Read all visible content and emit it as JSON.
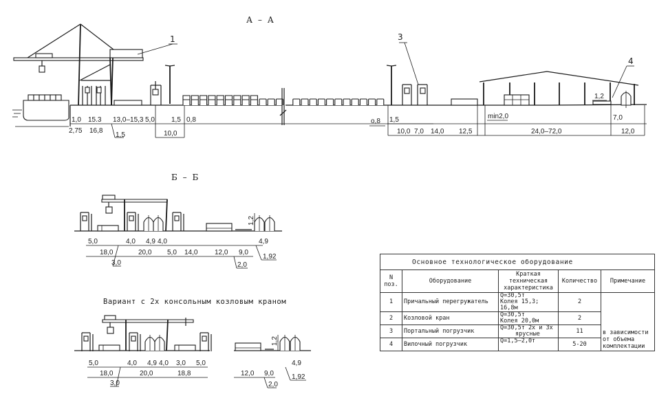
{
  "sections": {
    "aa": {
      "title": "А – А",
      "callouts": [
        "1",
        "3",
        "4"
      ],
      "dims_top": [
        "1,0",
        "15.3",
        "13,0–15,3",
        "5,0",
        "1,5",
        "0,8",
        "о,8",
        "1,5",
        "10,0",
        "7,0",
        "14,0",
        "12,5",
        "min2,0",
        "24,0–72,0",
        "7,0",
        "12,0",
        "1,2"
      ],
      "dims_bottom": [
        "2,75",
        "16,8",
        "1,5",
        "10,0"
      ]
    },
    "bb": {
      "title": "Б – Б",
      "dims_upper": [
        "5,0",
        "4,0",
        "4,9",
        "4,0",
        "4,9",
        "1,2"
      ],
      "dims_lower": [
        "18,0",
        "20,0",
        "5,0",
        "14,0",
        "12,0",
        "9,0",
        "1,92"
      ],
      "dims_leader": [
        "3,0",
        "2,0"
      ]
    },
    "variant": {
      "title": "Вариант с 2х консольным козловым краном",
      "dims_upper": [
        "5,0",
        "4,0",
        "4,9",
        "4,0",
        "3,0",
        "5,0",
        "4,9",
        "1,2"
      ],
      "dims_lower": [
        "18,0",
        "20,0",
        "18,8",
        "12,0",
        "9,0",
        "1,92"
      ],
      "dims_leader": [
        "3,0",
        "2,0"
      ]
    }
  },
  "equipment_table": {
    "caption": "Основное технологическое оборудование",
    "headers": {
      "num": [
        "N",
        "поз."
      ],
      "equipment": "Оборудование",
      "spec": [
        "Краткая",
        "техническая",
        "характеристика"
      ],
      "qty": "Количество",
      "note": "Примечание"
    },
    "rows": [
      {
        "num": "1",
        "equipment": "Причальный перегружатель",
        "spec": [
          "Q=30,5т",
          "Колея 15,3; 16,8м"
        ],
        "qty": "2"
      },
      {
        "num": "2",
        "equipment": "Козловой кран",
        "spec": [
          "Q=30,5т",
          "Колея 20,0м"
        ],
        "qty": "2"
      },
      {
        "num": "3",
        "equipment": "Портальный погрузчик",
        "spec": [
          "Q=30,5т 2х и 3х",
          "ярусные"
        ],
        "qty": "11"
      },
      {
        "num": "4",
        "equipment": "Вилочный погрузчик",
        "spec": [
          "Q=1,5–2,0т"
        ],
        "qty": "5-20"
      }
    ],
    "note": [
      "в зависимости",
      "от объема",
      "комплектации"
    ]
  }
}
